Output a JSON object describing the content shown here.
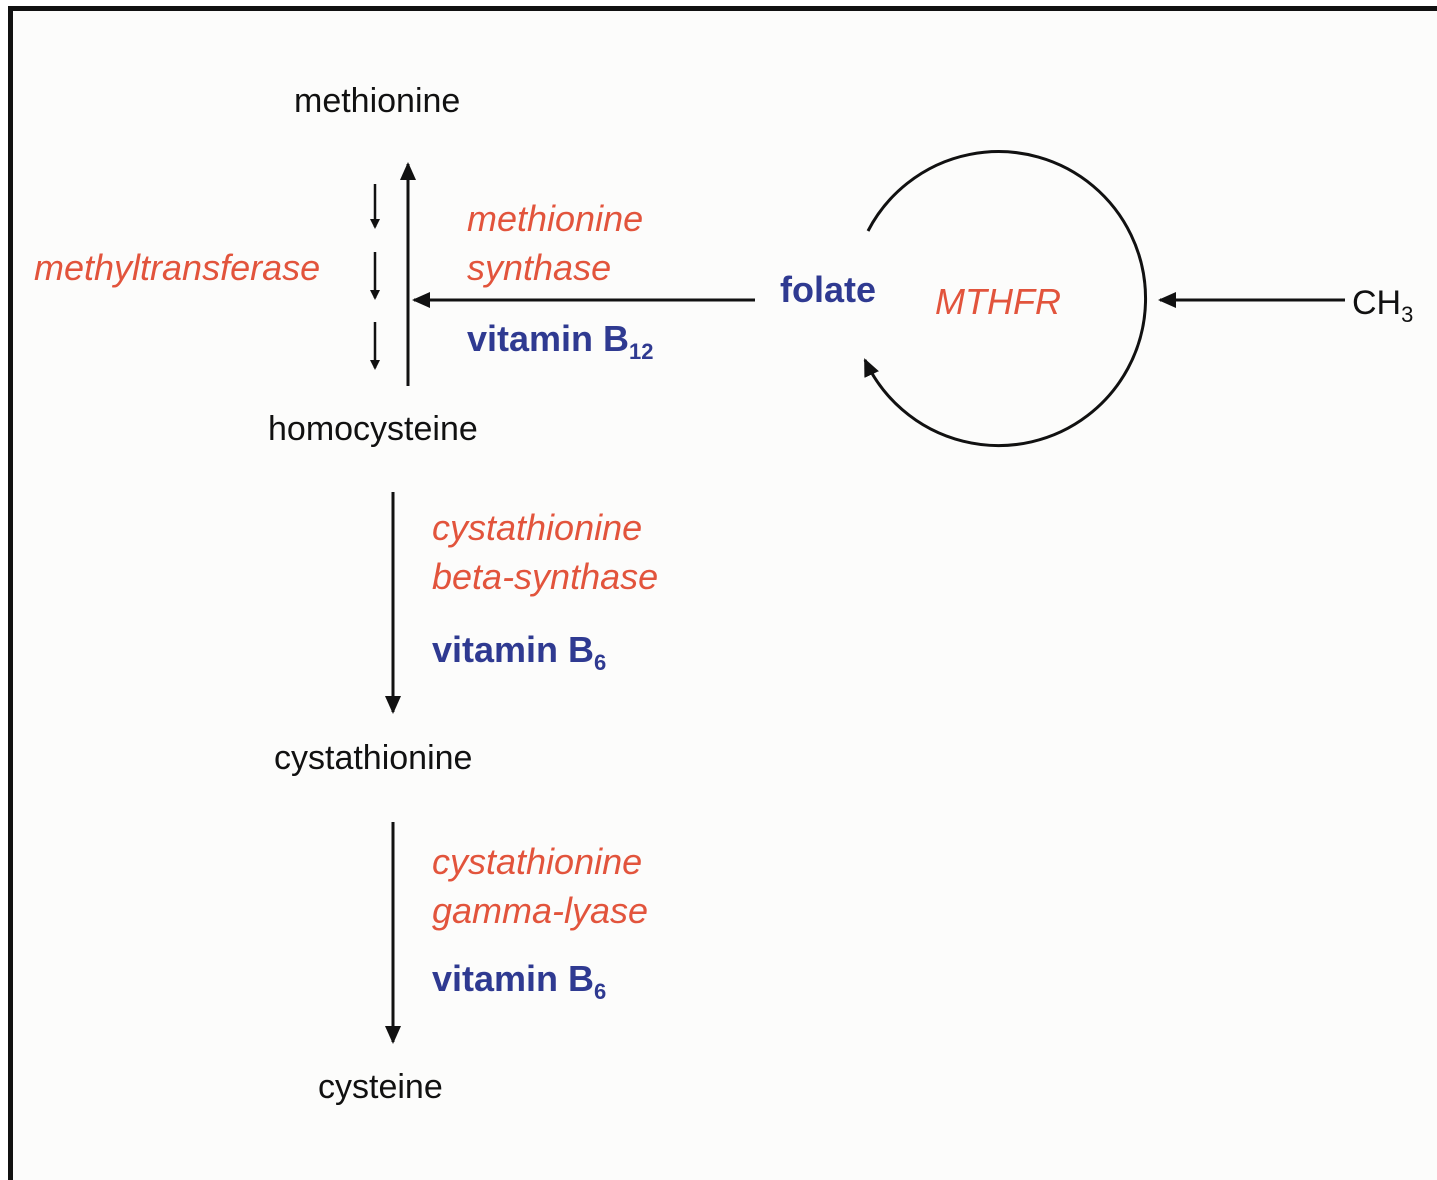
{
  "metabolites": {
    "methionine": "methionine",
    "homocysteine": "homocysteine",
    "cystathionine": "cystathionine",
    "cysteine": "cysteine"
  },
  "enzymes": {
    "methyltransferase": "methyltransferase",
    "methionine_synthase_line1": "methionine",
    "methionine_synthase_line2": "synthase",
    "mthfr": "MTHFR",
    "cbs_line1": "cystathionine",
    "cbs_line2": "beta-synthase",
    "cgl_line1": "cystathionine",
    "cgl_line2": "gamma-lyase"
  },
  "cofactors": {
    "folate": "folate",
    "vitamin_b12": {
      "text": "vitamin B",
      "sub": "12"
    },
    "vitamin_b6_cbs": {
      "text": "vitamin B",
      "sub": "6"
    },
    "vitamin_b6_cgl": {
      "text": "vitamin B",
      "sub": "6"
    }
  },
  "methyl_group": {
    "text": "CH",
    "sub": "3"
  },
  "colors": {
    "enzyme": "#e2543c",
    "cofactor": "#2f3a91",
    "metabolite": "#111111"
  }
}
